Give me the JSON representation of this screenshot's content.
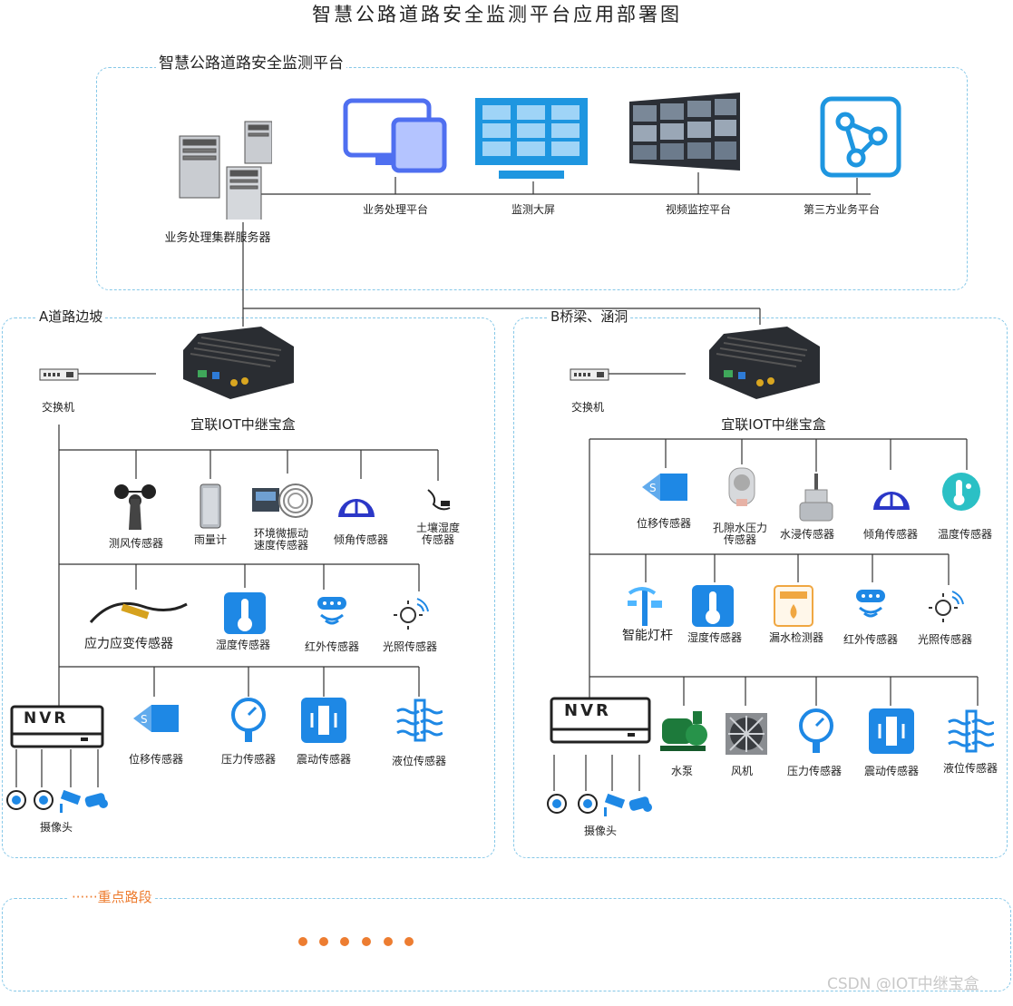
{
  "title": "智慧公路道路安全监测平台应用部署图",
  "platform": {
    "label": "智慧公路道路安全监测平台",
    "server": "业务处理集群服务器",
    "apps": [
      "业务处理平台",
      "监测大屏",
      "视频监控平台",
      "第三方业务平台"
    ]
  },
  "section_a": {
    "label": "A道路边坡",
    "switch": "交换机",
    "gateway": "宜联IOT中继宝盒",
    "row1": [
      "测风传感器",
      "雨量计",
      "环境微振动\n速度传感器",
      "倾角传感器",
      "土壤湿度\n传感器"
    ],
    "row2": [
      "应力应变传感器",
      "湿度传感器",
      "红外传感器",
      "光照传感器"
    ],
    "nvr": "NVR",
    "row3": [
      "位移传感器",
      "压力传感器",
      "震动传感器",
      "液位传感器"
    ],
    "camera": "摄像头"
  },
  "section_b": {
    "label": "B桥梁、涵洞",
    "switch": "交换机",
    "gateway": "宜联IOT中继宝盒",
    "row1": [
      "位移传感器",
      "孔隙水压力\n传感器",
      "水浸传感器",
      "倾角传感器",
      "温度传感器"
    ],
    "row2": [
      "智能灯杆",
      "湿度传感器",
      "漏水检测器",
      "红外传感器",
      "光照传感器"
    ],
    "nvr": "NVR",
    "row3": [
      "水泵",
      "风机",
      "压力传感器",
      "震动传感器",
      "液位传感器"
    ],
    "camera": "摄像头"
  },
  "key_section": {
    "label": "······重点路段"
  },
  "watermark": "CSDN @IOT中继宝盒",
  "colors": {
    "accent_blue": "#1e88e5",
    "border": "#86c8e8",
    "orange": "#ed7d31",
    "line": "#333333"
  }
}
